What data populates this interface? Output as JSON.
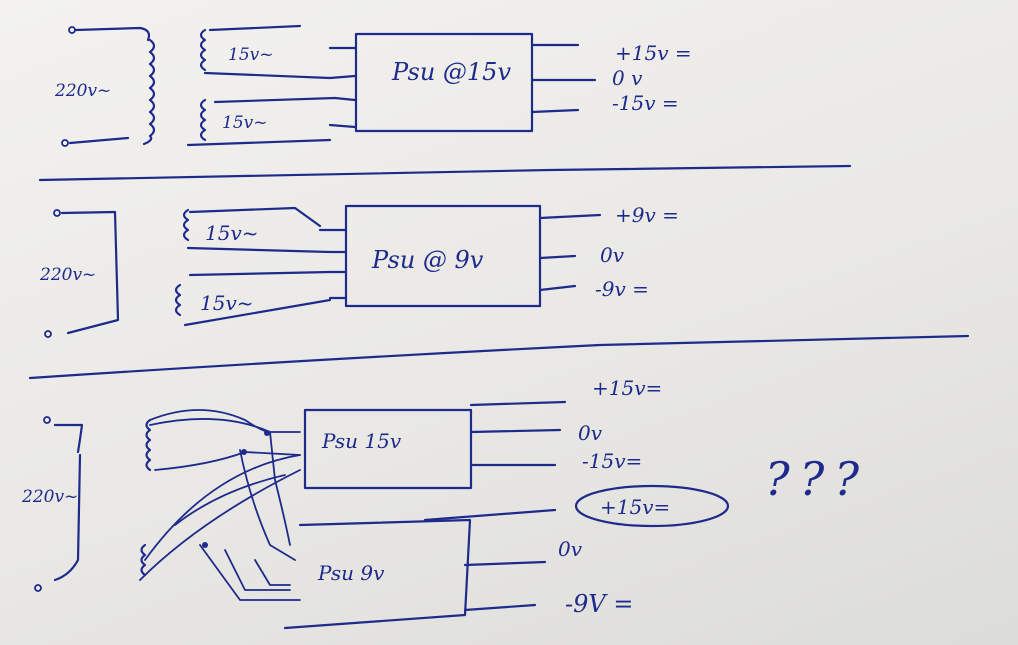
{
  "section1": {
    "mains_label": "220v~",
    "winding_top": "15v~",
    "winding_bottom": "15v~",
    "psu_label": "Psu @15v",
    "out_pos": "+15v =",
    "out_zero": "0 v",
    "out_neg": "-15v ="
  },
  "section2": {
    "mains_label": "220v~",
    "winding_top": "15v~",
    "winding_bottom": "15v~",
    "psu_label": "Psu @ 9v",
    "out_pos": "+9v =",
    "out_zero": "0v",
    "out_neg": "-9v ="
  },
  "section3": {
    "mains_label": "220v~",
    "psu_top_label": "Psu 15v",
    "psu_bottom_label": "Psu 9v",
    "out_pos15": "+15v=",
    "out_zero_top": "0v",
    "out_neg15": "-15v=",
    "out_circled": "+15v=",
    "out_zero_bottom": "0v",
    "out_neg9": "-9V =",
    "question": "???"
  },
  "colors": {
    "ink": "#1e2a8c",
    "paper": "#efeeea"
  }
}
